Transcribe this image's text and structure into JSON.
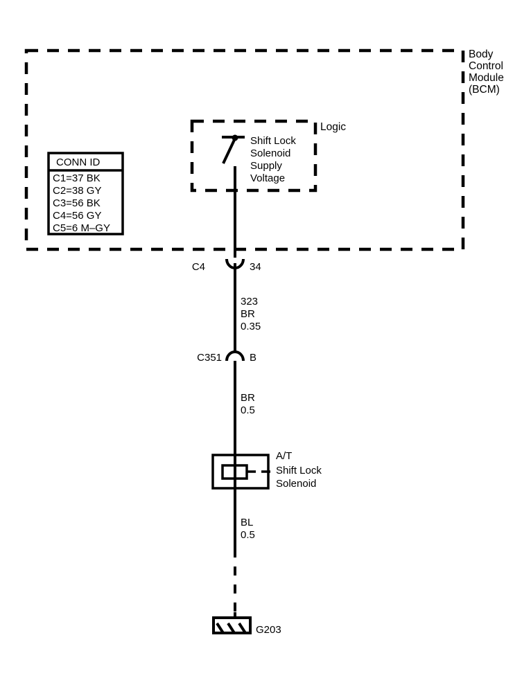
{
  "diagram": {
    "title_block": {
      "bcm_label_lines": [
        "Body",
        "Control",
        "Module",
        "(BCM)"
      ],
      "logic_label": "Logic"
    },
    "conn_id_table": {
      "header": "CONN ID",
      "rows": [
        "C1=37 BK",
        "C2=38 GY",
        "C3=56 BK",
        "C4=56 GY",
        "C5=6 M–GY"
      ]
    },
    "switch": {
      "description_lines": [
        "Shift Lock",
        "Solenoid",
        "Supply",
        "Voltage"
      ]
    },
    "connectors": [
      {
        "name": "c4-connector",
        "left_label": "C4",
        "right_label": "34",
        "shape": "cup"
      },
      {
        "name": "c351-connector",
        "left_label": "C351",
        "right_label": "B",
        "shape": "arch"
      }
    ],
    "wires": [
      {
        "name": "wire-323",
        "lines": [
          "323",
          "BR",
          "0.35"
        ]
      },
      {
        "name": "wire-br-05",
        "lines": [
          "BR",
          "0.5"
        ]
      },
      {
        "name": "wire-bl-05",
        "lines": [
          "BL",
          "0.5"
        ]
      }
    ],
    "components": [
      {
        "name": "at-shift-lock-solenoid",
        "label_lines": [
          "A/T",
          "Shift Lock",
          "Solenoid"
        ]
      }
    ],
    "ground": {
      "label": "G203"
    },
    "colors": {
      "line": "#000000",
      "background": "#ffffff",
      "text": "#000000"
    }
  }
}
